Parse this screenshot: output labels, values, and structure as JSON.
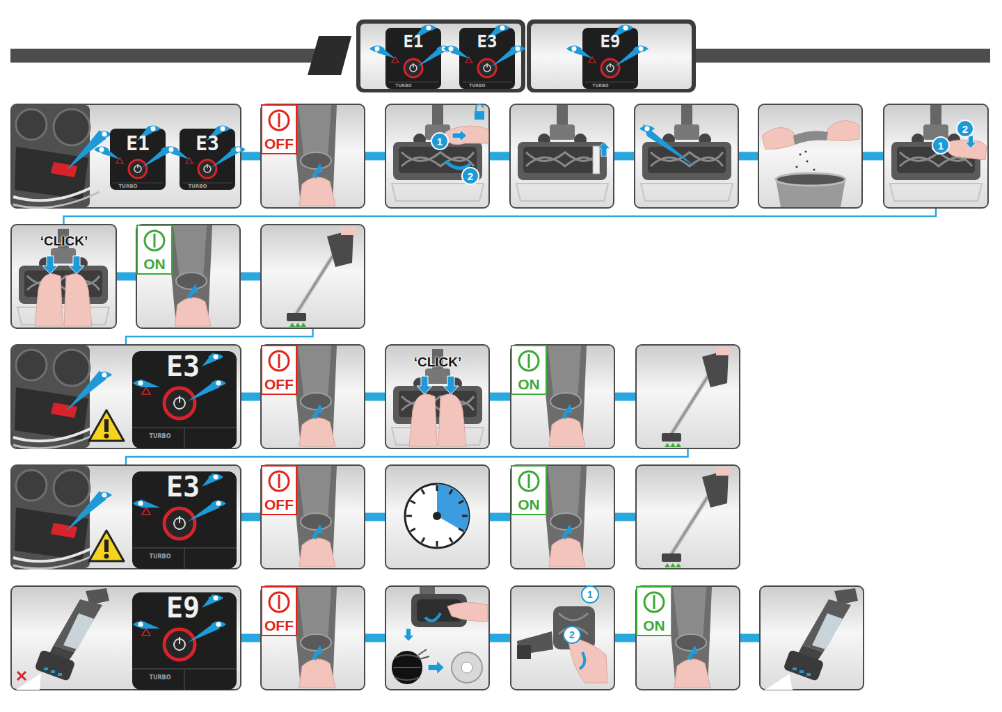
{
  "diagram": {
    "nodes": [
      {
        "text": [
          "E1",
          "TURBO",
          "E3",
          "TURBO"
        ]
      },
      {
        "text": [
          "E9",
          "TURBO"
        ]
      },
      {
        "text": [
          "E1",
          "TURBO",
          "E3",
          "TURBO"
        ]
      },
      {
        "text": [
          "OFF"
        ]
      },
      {
        "text": [
          "1",
          "2"
        ]
      },
      {
        "text": []
      },
      {
        "text": []
      },
      {
        "text": []
      },
      {
        "text": [
          "2",
          "1"
        ]
      },
      {
        "text": [
          "‘CLICK’"
        ]
      },
      {
        "text": [
          "ON"
        ]
      },
      {
        "text": []
      },
      {
        "text": [
          "E3",
          "TURBO"
        ]
      },
      {
        "text": [
          "OFF"
        ]
      },
      {
        "text": [
          "‘CLICK’"
        ]
      },
      {
        "text": [
          "ON"
        ]
      },
      {
        "text": []
      },
      {
        "text": [
          "E3",
          "TURBO"
        ]
      },
      {
        "text": [
          "OFF"
        ]
      },
      {
        "text": []
      },
      {
        "text": [
          "ON"
        ]
      },
      {
        "text": []
      },
      {
        "text": [
          "E9",
          "TURBO"
        ]
      },
      {
        "text": [
          "OFF"
        ]
      },
      {
        "text": []
      },
      {
        "text": [
          "1",
          "2"
        ]
      },
      {
        "text": [
          "ON"
        ]
      },
      {
        "text": []
      }
    ],
    "edges": [
      {
        "from": 2,
        "to": 3,
        "arrow": "none"
      },
      {
        "from": 3,
        "to": 4,
        "arrow": "none"
      },
      {
        "from": 4,
        "to": 5,
        "arrow": "none"
      },
      {
        "from": 5,
        "to": 6,
        "arrow": "none"
      },
      {
        "from": 6,
        "to": 7,
        "arrow": "none"
      },
      {
        "from": 7,
        "to": 8,
        "arrow": "none"
      },
      {
        "from": 8,
        "to": 9,
        "arrow": "none"
      },
      {
        "from": 9,
        "to": 10,
        "arrow": "none"
      },
      {
        "from": 10,
        "to": 11,
        "arrow": "none"
      },
      {
        "from": 11,
        "to": 12,
        "arrow": "none"
      },
      {
        "from": 12,
        "to": 13,
        "arrow": "none"
      },
      {
        "from": 13,
        "to": 14,
        "arrow": "none"
      },
      {
        "from": 14,
        "to": 15,
        "arrow": "none"
      },
      {
        "from": 15,
        "to": 16,
        "arrow": "none"
      },
      {
        "from": 16,
        "to": 17,
        "arrow": "none"
      },
      {
        "from": 17,
        "to": 18,
        "arrow": "none"
      },
      {
        "from": 18,
        "to": 19,
        "arrow": "none"
      },
      {
        "from": 19,
        "to": 20,
        "arrow": "none"
      },
      {
        "from": 20,
        "to": 21,
        "arrow": "none"
      },
      {
        "from": 22,
        "to": 23,
        "arrow": "none"
      },
      {
        "from": 23,
        "to": 24,
        "arrow": "none"
      },
      {
        "from": 24,
        "to": 25,
        "arrow": "none"
      },
      {
        "from": 25,
        "to": 26,
        "arrow": "none"
      },
      {
        "from": 26,
        "to": 27,
        "arrow": "none"
      }
    ]
  }
}
